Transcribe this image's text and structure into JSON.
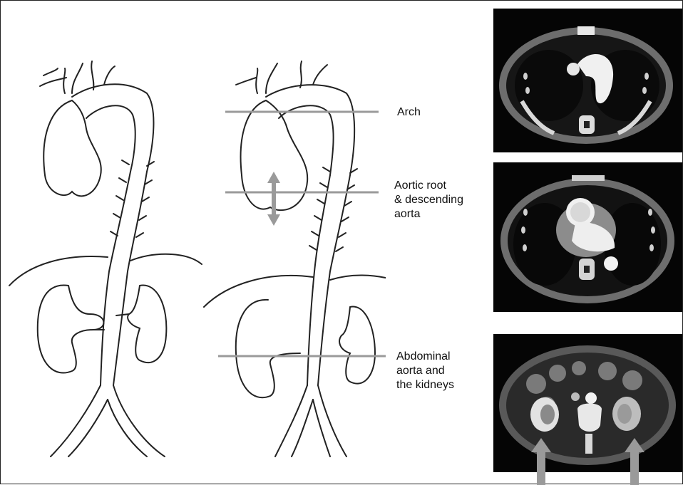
{
  "labels": {
    "arch": "Arch",
    "aortic_root": "Aortic root\n& descending\naorta",
    "abdominal": "Abdominal\naorta and\nthe kidneys"
  },
  "colors": {
    "marker_lines": "#9a9a9a",
    "arrows": "#9a9a9a",
    "ink": "#222222",
    "ct_background": "#050505",
    "ct_tissue": "#8a8a8a",
    "ct_bright": "#f2f2f2"
  }
}
